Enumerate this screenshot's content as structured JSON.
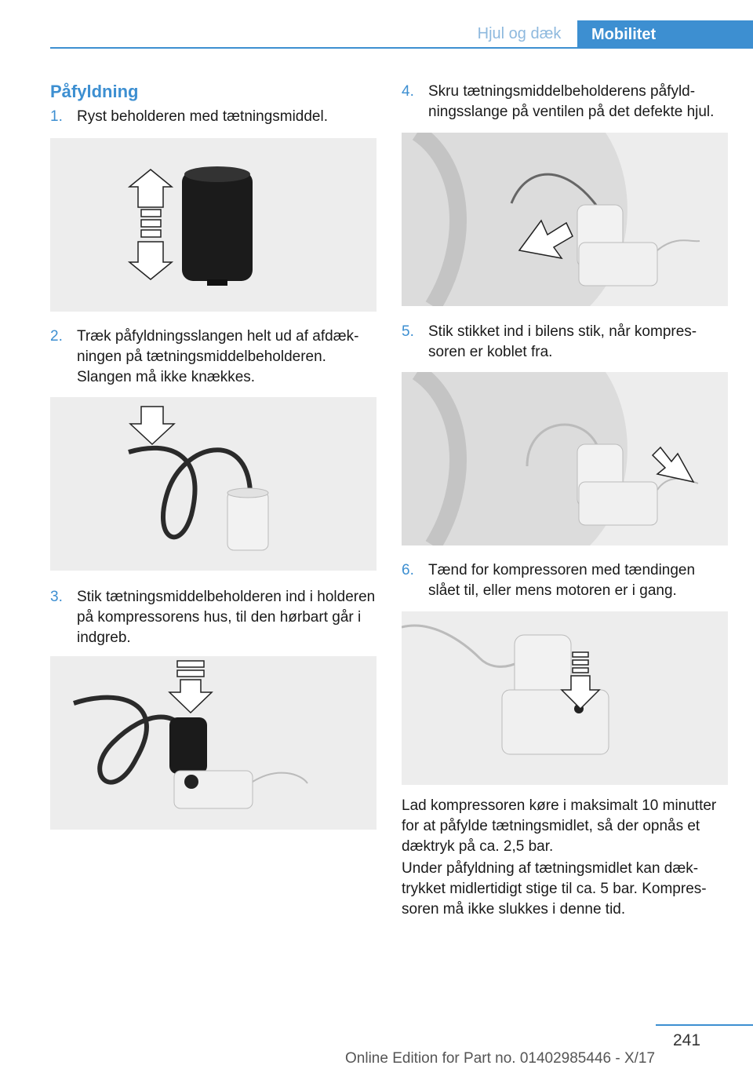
{
  "header": {
    "section_tab": "Hjul og dæk",
    "chapter_tab": "Mobilitet"
  },
  "left": {
    "title": "Påfyldning",
    "steps": [
      {
        "num": "1.",
        "text": "Ryst beholderen med tætningsmiddel."
      },
      {
        "num": "2.",
        "text": "Træk påfyldningsslangen helt ud af afdæk­ningen på tætningsmiddelbeholderen. Slangen må ikke knækkes."
      },
      {
        "num": "3.",
        "text": "Stik tætningsmiddelbeholderen ind i hol­deren på kompressorens hus, til den hør­bart går i indgreb."
      }
    ]
  },
  "right": {
    "steps": [
      {
        "num": "4.",
        "text": "Skru tætningsmiddelbeholderens påfyld­ningsslange på ventilen på det defekte hjul."
      },
      {
        "num": "5.",
        "text": "Stik stikket ind i bilens stik, når kompres­soren er koblet fra."
      },
      {
        "num": "6.",
        "text": "Tænd for kompressoren med tændingen slået til, eller mens motoren er i gang."
      }
    ],
    "paragraphs": [
      "Lad kompressoren køre i maksimalt 10 minut­ter for at påfylde tætningsmidlet, så der opnås et dæktryk på ca. 2,5 bar.",
      "Under påfyldning af tætningsmidlet kan dæk­trykket midlertidigt stige til ca. 5 bar. Kompres­soren må ikke slukkes i denne tid."
    ]
  },
  "footer": {
    "page_number": "241",
    "edition": "Online Edition for Part no. 01402985446 - X/17"
  }
}
